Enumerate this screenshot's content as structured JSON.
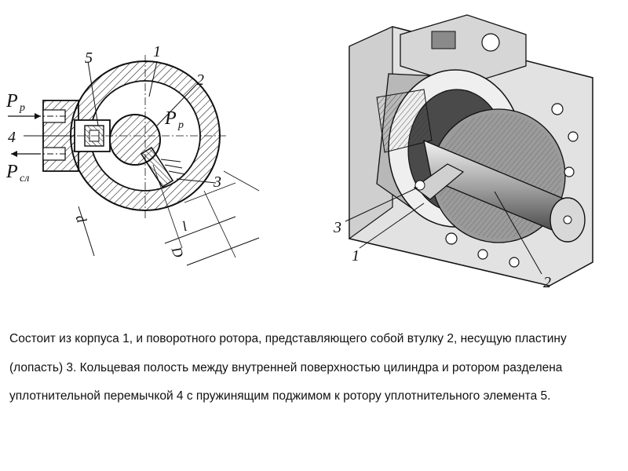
{
  "figure_left": {
    "labels": {
      "n1": "1",
      "n2": "2",
      "n3": "3",
      "n4": "4",
      "n5": "5",
      "pp_left_main": "P",
      "pp_left_sub": "р",
      "pp_inner_main": "P",
      "pp_inner_sub": "р",
      "psl_main": "P",
      "psl_sub": "сл",
      "dim_d_small": "d",
      "dim_D": "D",
      "dim_l": "l"
    }
  },
  "figure_right": {
    "labels": {
      "n1": "1",
      "n2": "2",
      "n3": "3"
    }
  },
  "caption": {
    "text": "Состоит из корпуса 1, и поворотного ротора, представляющего собой втулку 2, несущую пластину (лопасть) 3. Кольцевая полость между внутренней поверхностью цилиндра и ротором разделена уплотнительной перемычкой 4 с пружинящим поджимом к ротору уплотнительного элемента 5."
  },
  "colors": {
    "ink": "#111111",
    "metal_light": "#e9e9e9",
    "metal_mid": "#bdbdbd",
    "metal_dark": "#6e6e6e"
  }
}
